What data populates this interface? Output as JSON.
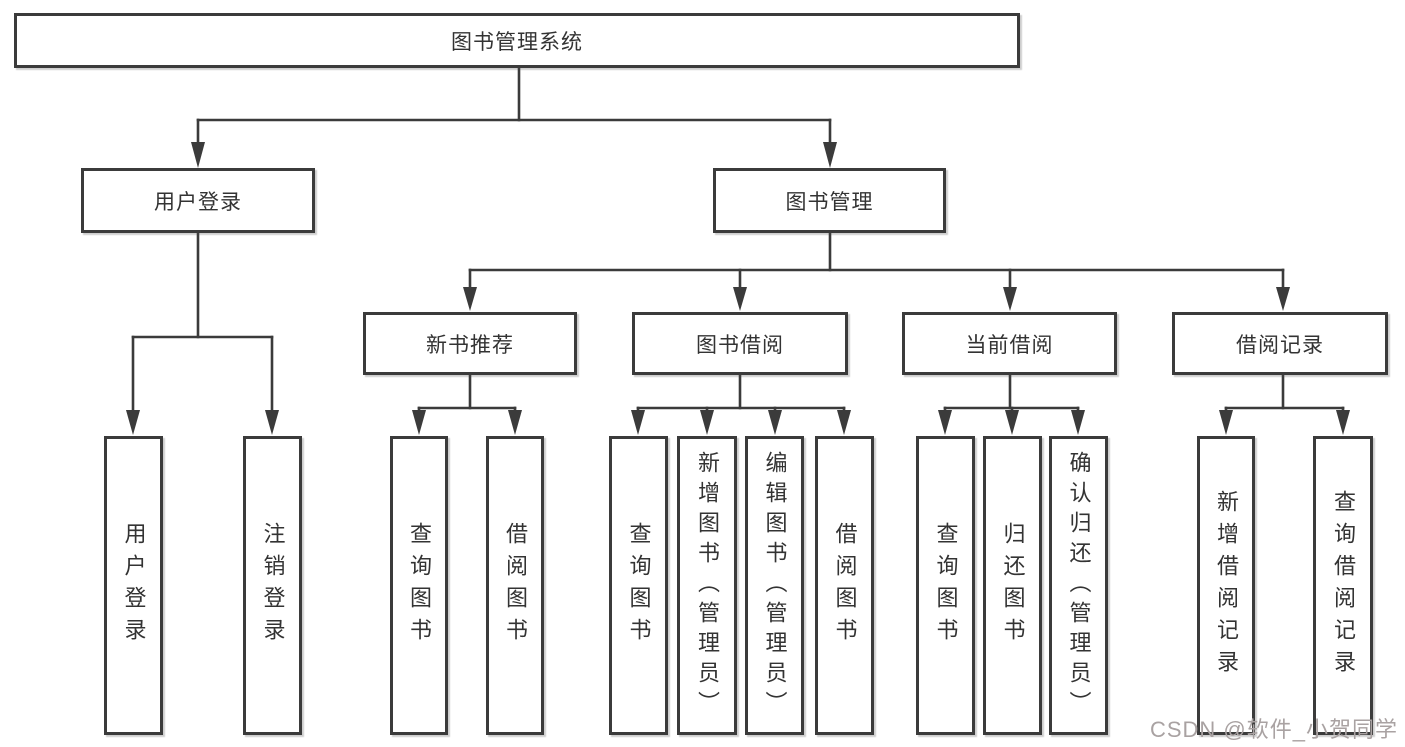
{
  "diagram": {
    "title": "图书管理系统",
    "root": {
      "label": "图书管理系统"
    },
    "level2": [
      {
        "id": "user-login",
        "label": "用户登录"
      },
      {
        "id": "book-management",
        "label": "图书管理"
      }
    ],
    "level3": [
      {
        "id": "new-book-recommend",
        "label": "新书推荐"
      },
      {
        "id": "book-borrowing",
        "label": "图书借阅"
      },
      {
        "id": "current-borrowing",
        "label": "当前借阅"
      },
      {
        "id": "borrowing-records",
        "label": "借阅记录"
      }
    ],
    "leaves": [
      {
        "parent": "user-login",
        "label": "用户登录"
      },
      {
        "parent": "user-login",
        "label": "注销登录"
      },
      {
        "parent": "new-book-recommend",
        "label": "查询图书"
      },
      {
        "parent": "new-book-recommend",
        "label": "借阅图书"
      },
      {
        "parent": "book-borrowing",
        "label": "查询图书"
      },
      {
        "parent": "book-borrowing",
        "label": "新增图书（管理员）"
      },
      {
        "parent": "book-borrowing",
        "label": "编辑图书（管理员）"
      },
      {
        "parent": "book-borrowing",
        "label": "借阅图书"
      },
      {
        "parent": "current-borrowing",
        "label": "查询图书"
      },
      {
        "parent": "current-borrowing",
        "label": "归还图书"
      },
      {
        "parent": "current-borrowing",
        "label": "确认归还（管理员）"
      },
      {
        "parent": "borrowing-records",
        "label": "新增借阅记录"
      },
      {
        "parent": "borrowing-records",
        "label": "查询借阅记录"
      }
    ],
    "watermark": "CSDN @软件_小贺同学",
    "colors": {
      "line": "#3b3b3b",
      "box_border": "#3b3b3b",
      "text": "#333333",
      "background": "#ffffff",
      "watermark": "#a9a2a2"
    }
  }
}
